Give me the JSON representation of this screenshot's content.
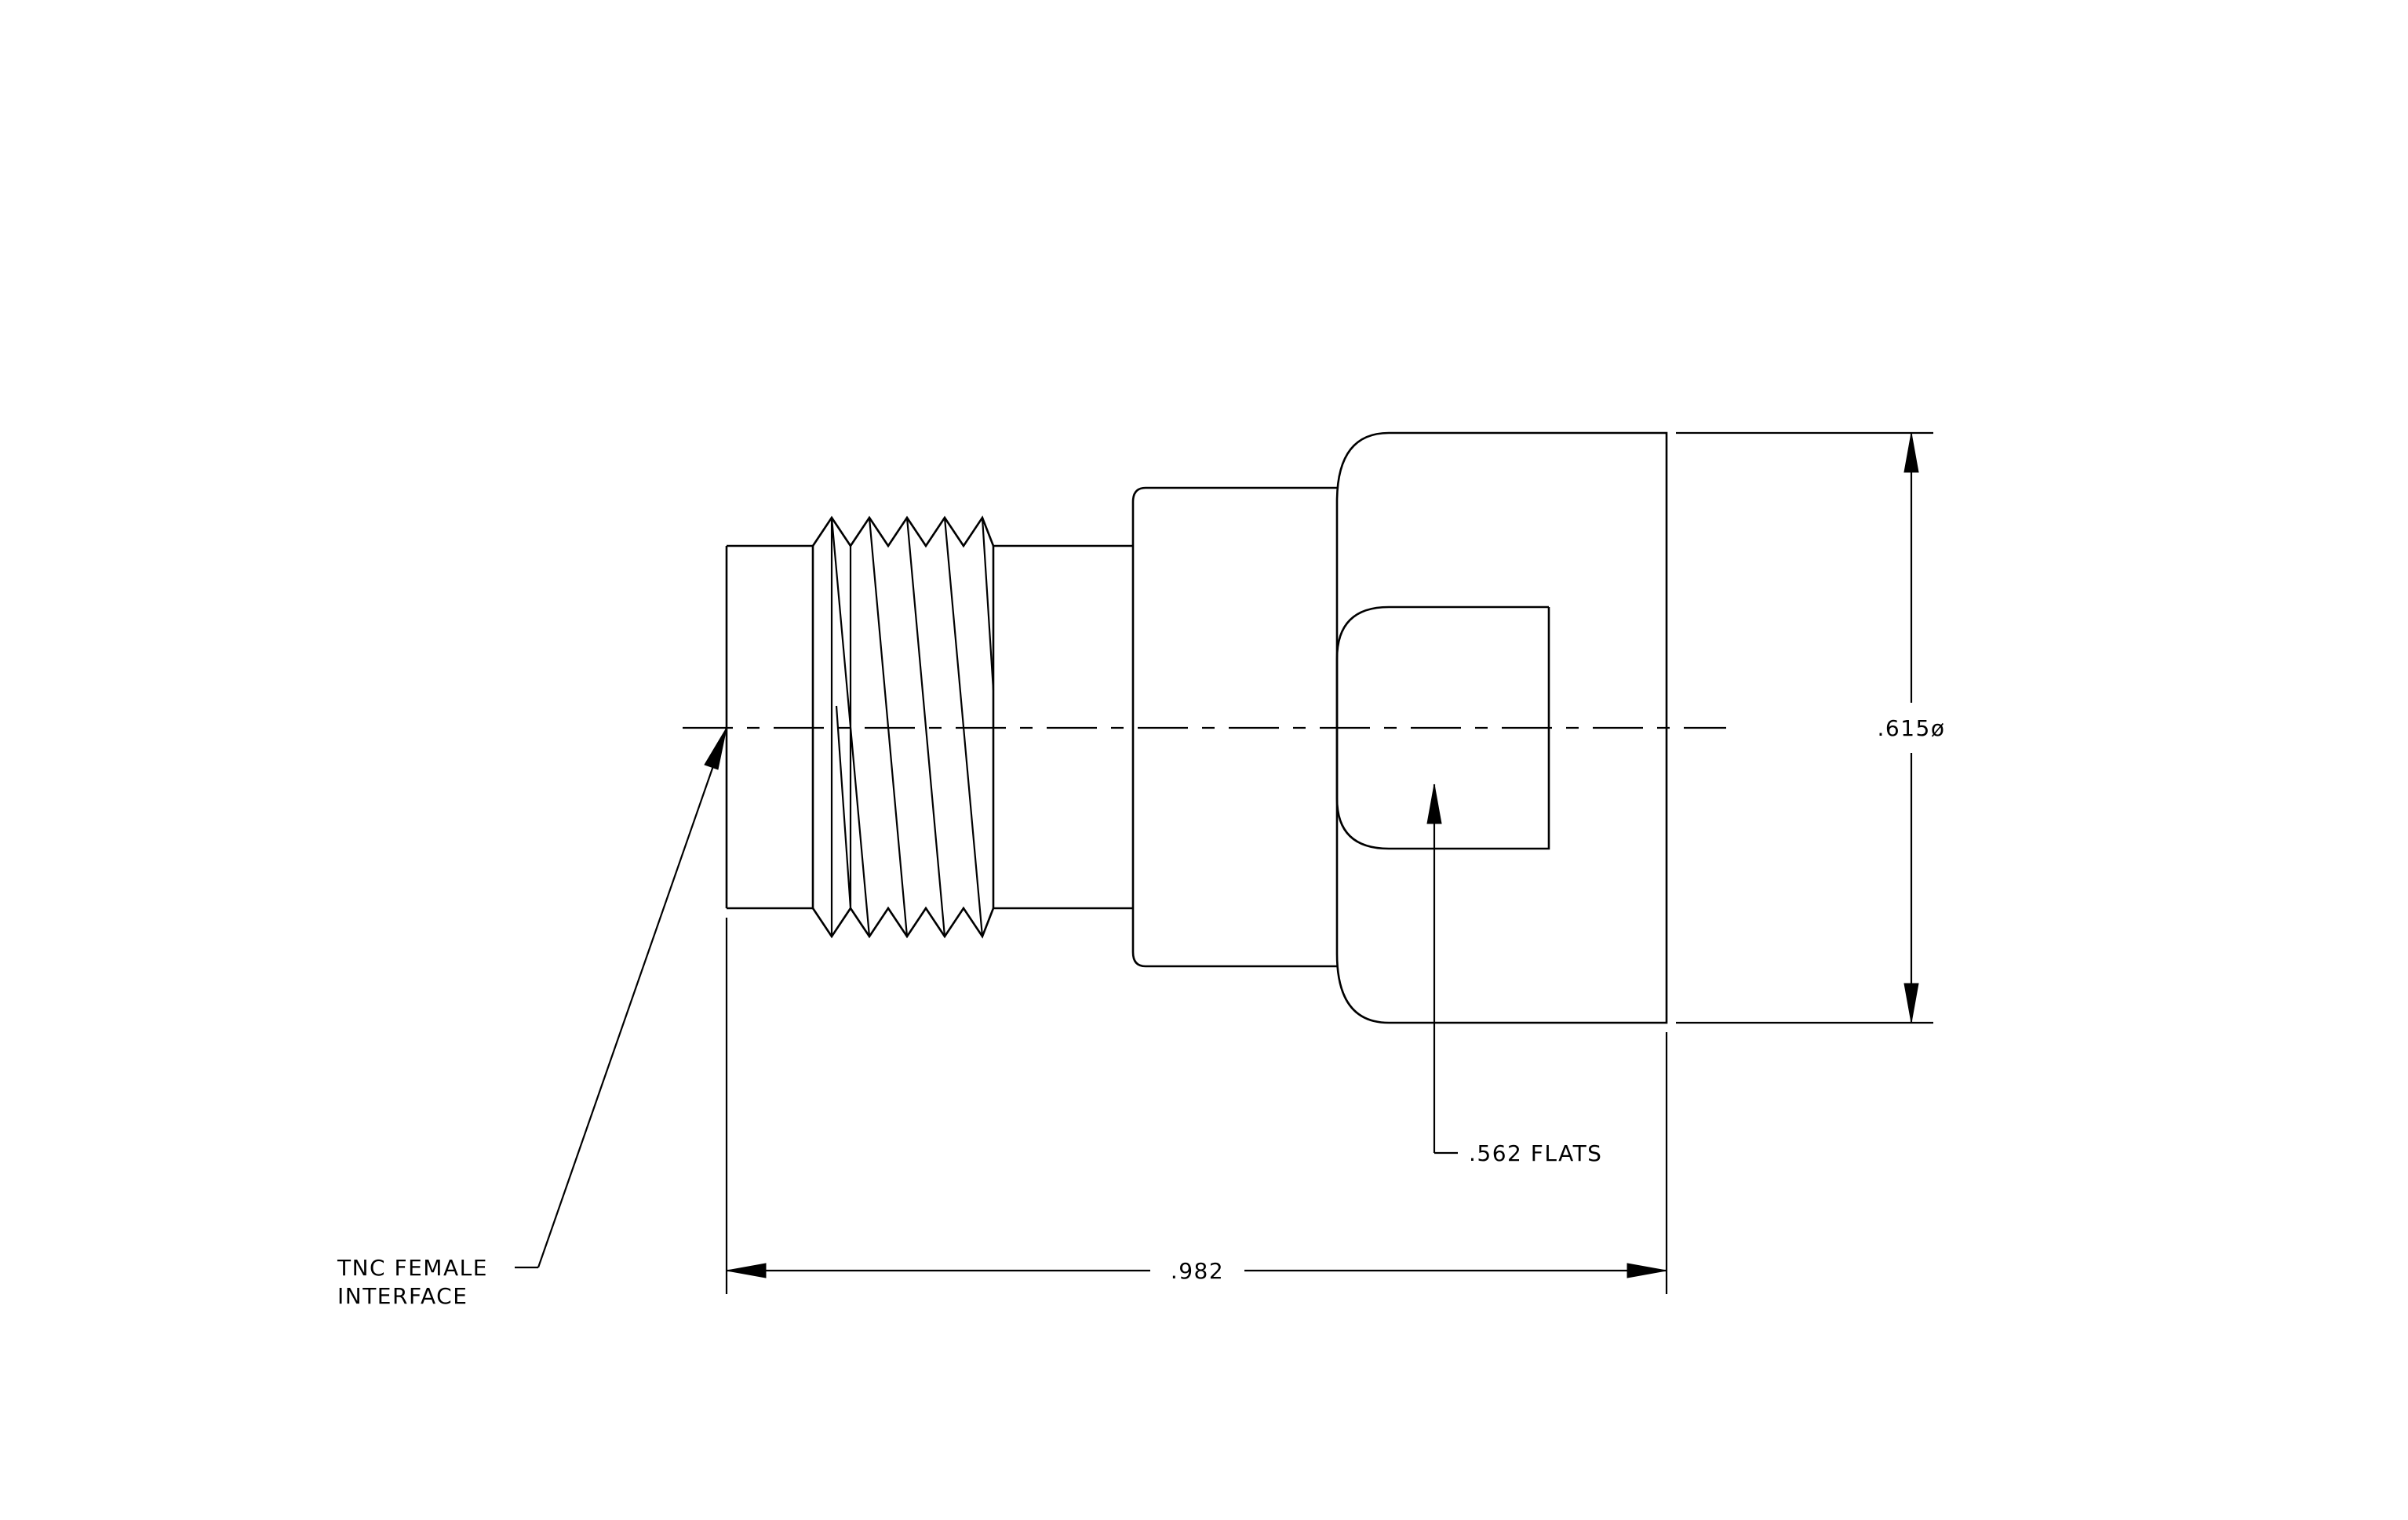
{
  "drawing": {
    "callouts": {
      "interface_line1": "TNC FEMALE",
      "interface_line2": "INTERFACE",
      "flats": ".562 FLATS"
    },
    "dimensions": {
      "length": ".982",
      "diameter": ".615ø"
    }
  }
}
